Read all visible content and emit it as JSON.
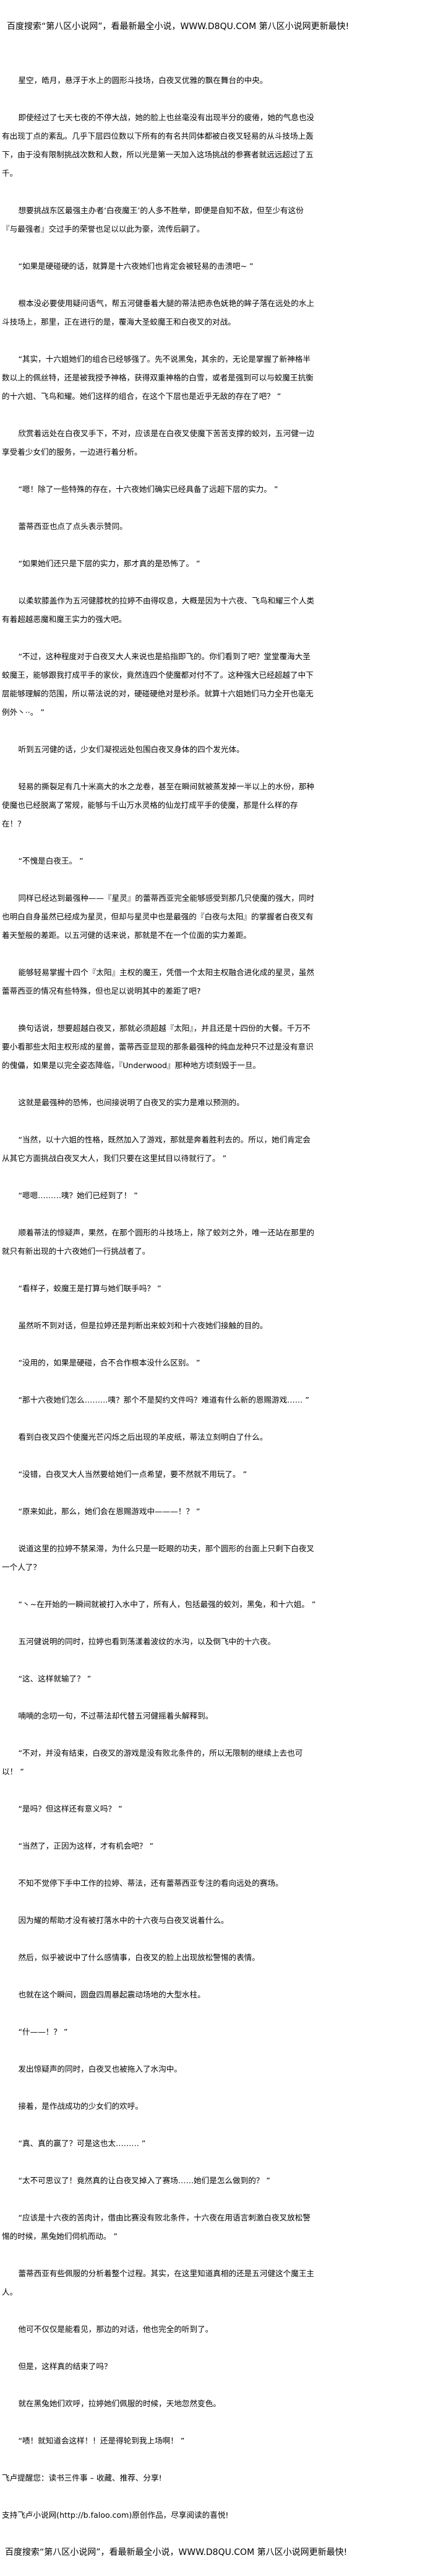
{
  "banner": "百度搜索“第八区小说网”，看最新最全小说，WWW.D8QU.COM   第八区小说网更新最快!",
  "paragraphs": [
    "星空，皓月，悬浮于水上的圆形斗技场，白夜叉优雅的飘在舞台的中央。",
    "即使经过了七天七夜的不停大战，她的脸上也丝毫没有出现半分的疲倦，她的气息也没有出现丁点的紊乱。几乎下层四位数以下所有的有名共同体都被白夜叉轻易的从斗技场上轰下，由于没有限制挑战次数和人数，所以光是第一天加入这场挑战的参赛者就远远超过了五千。",
    "想要挑战东区最强主办者‘白夜魔王’的人多不胜举，即便是自知不敌，但至少有这份『与最强者』交过手的荣誉也足以以此为豪，流传后嗣了。",
    "“如果是硬碰硬的话，就算是十六夜她们也肯定会被轻易的击溃吧~ ”",
    "根本没必要使用疑问语气，帮五河健垂着大腿的蒂法把赤色妩艳的眸子落在远处的水上斗技场上，那里，正在进行的是，覆海大圣蛟魔王和白夜叉的对战。",
    "“其实，十六姐她们的组合已经够强了。先不说黑兔，其余的，无论是掌握了新神格半数以上的佩丝特，还是被我授予神格，获得双重神格的白雪，或者是强到可以与蛟魔王抗衡的十六姐、飞鸟和耀。她们这样的组合，在这个下层也是近乎无敌的存在了吧？ ”",
    "欣赏着远处在白夜叉手下，不对，应该是在白夜叉使魔下苦苦支撑的蛟刘，五河健一边享受着少女们的服务，一边进行着分析。",
    "“嗯！除了一些特殊的存在，十六夜她们确实已经具备了远超下层的实力。 ”",
    "蕾蒂西亚也点了点头表示赞同。",
    "“如果她们还只是下层的实力，那才真的是恐怖了。 ”",
    "以柔软膝盖作为五河健膝枕的拉婷不由得叹息，大概是因为十六夜、飞鸟和耀三个人类有着超越恶魔和魔王实力的强大吧。",
    "“不过，这种程度对于白夜叉大人来说也是掐指即飞的。你们看到了吧？堂堂覆海大圣蛟魔王，能够跟我打成平手的家伙，竟然连四个使魔都对付不了。这种强大已经超越了中下层能够理解的范围，所以蒂法说的对，硬碰硬绝对是秒杀。就算十六姐她们马力全开也毫无例外丶··。 ”",
    "听到五河健的话，少女们凝视远处包围白夜叉身体的四个发光体。",
    "轻易的撕裂足有几十米高大的水之龙卷，甚至在瞬间就被蒸发掉一半以上的水份，那种使魔也已经脱离了常规，能够与千山万水灵格的仙龙打成平手的使魔，那是什么样的存在！？",
    "“不愧是白夜王。 ”",
    "同样已经达到最强种——『星灵』的蕾蒂西亚完全能够感受到那几只使魔的强大，同时也明白自身虽然已经成为星灵，但却与星灵中也是最强的『白夜与太阳』的掌握者白夜叉有着天堑般的差距。以五河健的话来说，那就是不在一个位面的实力差距。",
    "能够轻易掌握十四个『太阳』主权的魔王，凭借一个太阳主权融合进化成的星灵，虽然蕾蒂西亚的情况有些特殊，但也足以说明其中的差距了吧?",
    "换句话说，想要超越白夜叉，那就必须超越『太阳』，并且还是十四份的大餐。千万不要小看那些太阳主权形成的星兽，蕾蒂西亚显现的那条最强种的纯血龙种只不过是没有意识的傀儡，如果是以完全姿态降临，『Underwood』那种地方顷刻毁于一旦。",
    "这就是最强种的恐怖，也间接说明了白夜叉的实力是难以预测的。",
    "“当然，以十六姐的性格，既然加入了游戏，那就是奔着胜利去的。所以，她们肯定会从其它方面挑战白夜叉大人，我们只要在这里拭目以待就行了。 ”",
    "“嗯嗯………咦？她们已经到了！ ”",
    "顺着蒂法的惊疑声，果然，在那个圆形的斗技场上，除了蛟刘之外，唯一还站在那里的就只有新出现的十六夜她们一行挑战者了。",
    "“看样子，蛟魔王是打算与她们联手吗？ ”",
    "虽然听不到对话，但是拉婷还是判断出来蛟刘和十六夜她们接触的目的。",
    "“没用的，如果是硬碰，合不合作根本没什么区别。 ”",
    "“那十六夜她们怎么………咦？那个不是契约文件吗？难道有什么新的恩赐游戏…… ”",
    "看到白夜叉四个使魔光芒闪烁之后出现的羊皮纸，蒂法立刻明白了什么。",
    "“没错，白夜叉大人当然要给她们一点希望，要不然就不用玩了。 ”",
    "“原来如此，那么，她们会在恩赐游戏中———！？ ”",
    "说道这里的拉婷不禁呆滞，为什么只是一眨眼的功夫，那个圆形的台面上只剩下白夜叉一个人了？",
    "“丶~在开始的一瞬间就被打入水中了，所有人，包括最强的蛟刘，黑兔，和十六姐。 ”",
    "五河健说明的同时，拉婷也看到荡漾着波纹的水沟，以及倒飞中的十六夜。",
    "“这、这样就输了？ ”",
    "喃喃的念叨一句，不过蒂法却代替五河健摇着头解释到。",
    "“不对，并没有结束，白夜叉的游戏是没有败北条件的，所以无限制的继续上去也可以！ ”",
    "“是吗？但这样还有意义吗？ ”",
    "“当然了，正因为这样，才有机会吧？ ”",
    "不知不觉停下手中工作的拉婷、蒂法，还有蕾蒂西亚专注的看向远处的赛场。",
    "因为耀的帮助才没有被打落水中的十六夜与白夜叉说着什么。",
    "然后，似乎被说中了什么感情事，白夜叉的脸上出现放松警惕的表情。",
    "也就在这个瞬间，圆盘四周暴起震动场地的大型水柱。",
    "“什——！？ ”",
    "发出惊疑声的同时，白夜叉也被拖入了水沟中。",
    "接着，是作战成功的少女们的欢呼。",
    "“真、真的赢了？可是这也太……… ”",
    "“太不可思议了！竟然真的让白夜叉掉入了赛场……她们是怎么做到的？ ”",
    "“应该是十六夜的苦肉计，借由比赛没有败北条件，十六夜在用语言刺激白夜叉放松警惕的时候，黑兔她们伺机而动。 ”",
    "蕾蒂西亚有些佩服的分析着整个过程。其实，在这里知道真相的还是五河健这个魔王主人。",
    "他可不仅仅是能看见，那边的对话，他也完全的听到了。",
    "但是，这样真的结束了吗？",
    "就在黑兔她们欢呼，拉婷她们佩服的时候，天地忽然变色。",
    "“啧！就知道会这样！！还是得轮到我上场啊！ ”"
  ],
  "footer": {
    "reminder": "飞卢提醒您：读书三件事 – 收藏、推荐、分享!",
    "support": "支持飞卢小说网(http://b.faloo.com)原创作品，尽享阅读的喜悦!",
    "banner": "百度搜索“第八区小说网”，看最新最全小说，WWW.D8QU.COM   第八区小说网更新最快!"
  }
}
